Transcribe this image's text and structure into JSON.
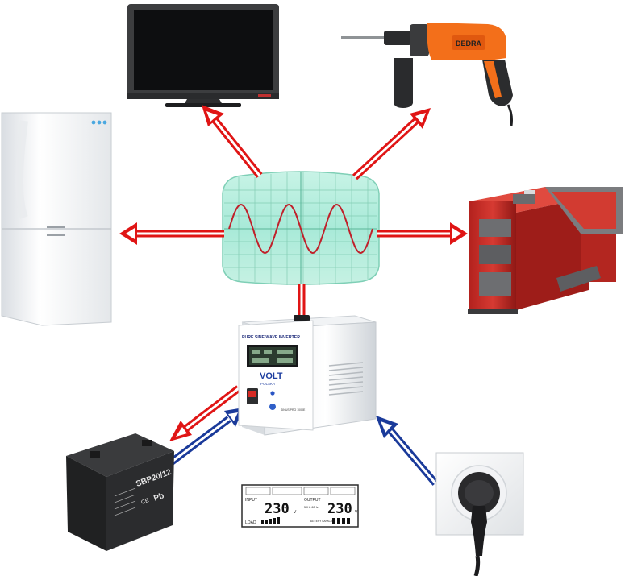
{
  "inverter": {
    "heading": "PURE SINE WAVE INVERTER",
    "brand_main": "VOLT",
    "brand_sub": "POLSKA",
    "model": "SINUS PRO 1000E"
  },
  "battery": {
    "model": "SBP20/12",
    "chemistry": "Pb",
    "ce_mark": "CE"
  },
  "drill": {
    "brand": "DEDRA"
  },
  "lcd": {
    "input_label": "INPUT",
    "output_label": "OUTPUT",
    "input_value": "230",
    "output_value": "230",
    "unit": "V",
    "freq": "50Hz  60Hz",
    "load_label": "LOAD",
    "battery_label": "BATTERY CAPACITY"
  },
  "colors": {
    "arrow_red": "#e01515",
    "arrow_blue": "#1a3a9a",
    "scope_green": "#a8ead8",
    "wave": "#c0202a",
    "boiler_red": "#c92a25"
  },
  "icons": {
    "tv": "tv-icon",
    "drill": "drill-icon",
    "fridge": "fridge-icon",
    "boiler": "boiler-icon",
    "oscilloscope": "oscilloscope-icon",
    "inverter": "inverter-icon",
    "battery": "battery-icon",
    "socket": "socket-icon",
    "lcd": "lcd-panel-icon"
  }
}
